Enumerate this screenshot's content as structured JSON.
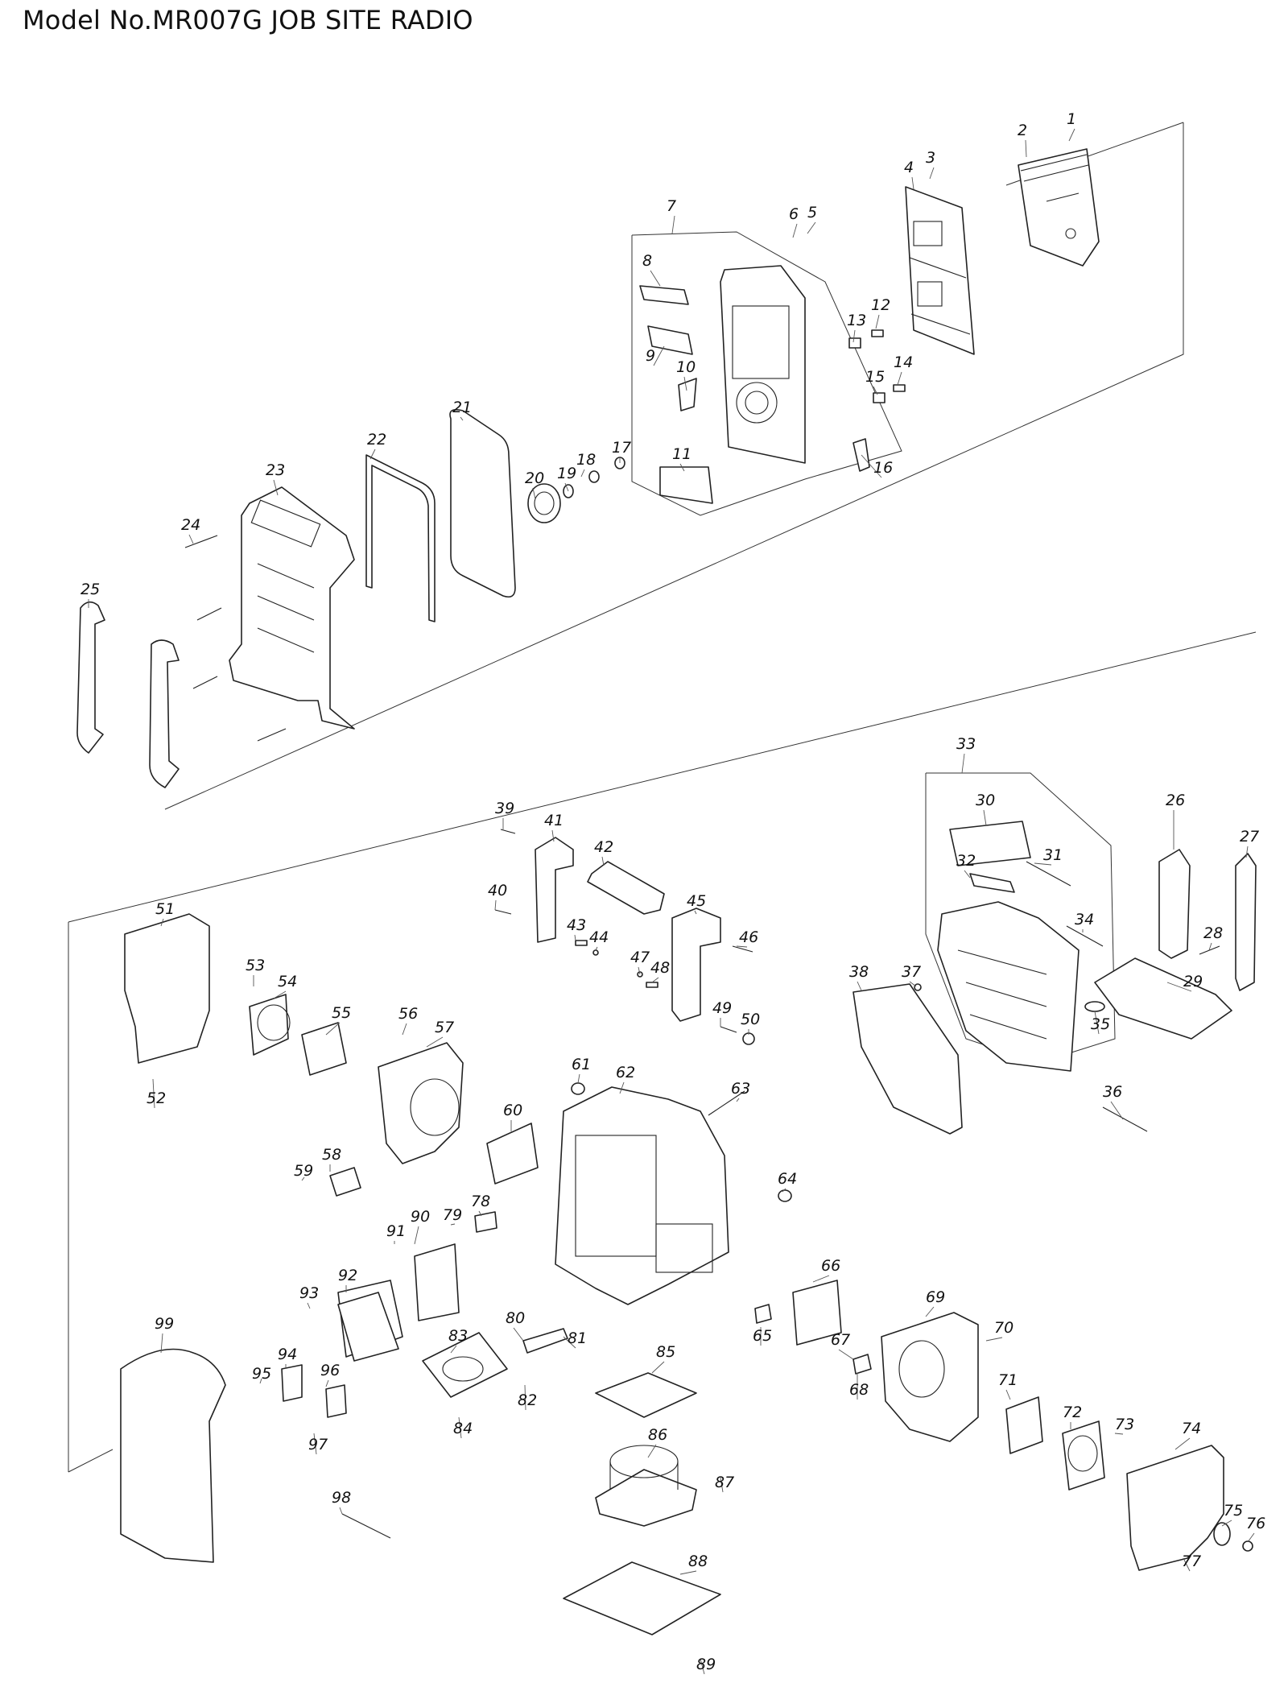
{
  "title": "Model No.MR007G JOB SITE RADIO",
  "callouts": [
    {
      "n": "1"
    },
    {
      "n": "2"
    },
    {
      "n": "3"
    },
    {
      "n": "4"
    },
    {
      "n": "5"
    },
    {
      "n": "6"
    },
    {
      "n": "7"
    },
    {
      "n": "8"
    },
    {
      "n": "9"
    },
    {
      "n": "10"
    },
    {
      "n": "11"
    },
    {
      "n": "12"
    },
    {
      "n": "13"
    },
    {
      "n": "14"
    },
    {
      "n": "15"
    },
    {
      "n": "16"
    },
    {
      "n": "17"
    },
    {
      "n": "18"
    },
    {
      "n": "19"
    },
    {
      "n": "20"
    },
    {
      "n": "21"
    },
    {
      "n": "22"
    },
    {
      "n": "23"
    },
    {
      "n": "24"
    },
    {
      "n": "25"
    },
    {
      "n": "26"
    },
    {
      "n": "27"
    },
    {
      "n": "28"
    },
    {
      "n": "29"
    },
    {
      "n": "30"
    },
    {
      "n": "31"
    },
    {
      "n": "32"
    },
    {
      "n": "33"
    },
    {
      "n": "34"
    },
    {
      "n": "35"
    },
    {
      "n": "36"
    },
    {
      "n": "37"
    },
    {
      "n": "38"
    },
    {
      "n": "39"
    },
    {
      "n": "40"
    },
    {
      "n": "41"
    },
    {
      "n": "42"
    },
    {
      "n": "43"
    },
    {
      "n": "44"
    },
    {
      "n": "45"
    },
    {
      "n": "46"
    },
    {
      "n": "47"
    },
    {
      "n": "48"
    },
    {
      "n": "49"
    },
    {
      "n": "50"
    },
    {
      "n": "51"
    },
    {
      "n": "52"
    },
    {
      "n": "53"
    },
    {
      "n": "54"
    },
    {
      "n": "55"
    },
    {
      "n": "56"
    },
    {
      "n": "57"
    },
    {
      "n": "58"
    },
    {
      "n": "59"
    },
    {
      "n": "60"
    },
    {
      "n": "61"
    },
    {
      "n": "62"
    },
    {
      "n": "63"
    },
    {
      "n": "64"
    },
    {
      "n": "65"
    },
    {
      "n": "66"
    },
    {
      "n": "67"
    },
    {
      "n": "68"
    },
    {
      "n": "69"
    },
    {
      "n": "70"
    },
    {
      "n": "71"
    },
    {
      "n": "72"
    },
    {
      "n": "73"
    },
    {
      "n": "74"
    },
    {
      "n": "75"
    },
    {
      "n": "76"
    },
    {
      "n": "77"
    },
    {
      "n": "78"
    },
    {
      "n": "79"
    },
    {
      "n": "80"
    },
    {
      "n": "81"
    },
    {
      "n": "82"
    },
    {
      "n": "83"
    },
    {
      "n": "84"
    },
    {
      "n": "85"
    },
    {
      "n": "86"
    },
    {
      "n": "87"
    },
    {
      "n": "88"
    },
    {
      "n": "89"
    },
    {
      "n": "90"
    },
    {
      "n": "91"
    },
    {
      "n": "92"
    },
    {
      "n": "93"
    },
    {
      "n": "94"
    },
    {
      "n": "95"
    },
    {
      "n": "96"
    },
    {
      "n": "97"
    },
    {
      "n": "98"
    },
    {
      "n": "99"
    }
  ]
}
